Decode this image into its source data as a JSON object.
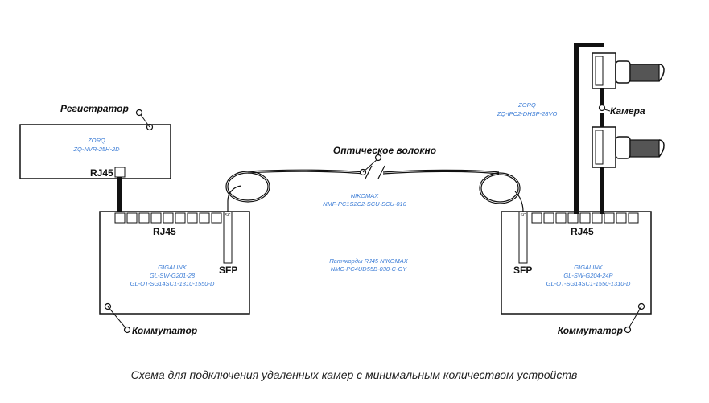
{
  "recorder": {
    "label": "Регистратор",
    "vendor": "ZORQ",
    "model": "ZQ-NVR-25H-2D",
    "port": "RJ45"
  },
  "fiber": {
    "label": "Оптическое волокно",
    "vendor": "NIKOMAX",
    "model": "NMF-PC1S2C2-SCU-SCU-010"
  },
  "patchcords": {
    "line1": "Патчкорды RJ45 NIKOMAX",
    "line2": "NMC-PC4UD55B-030-C-GY"
  },
  "camera": {
    "label": "Камера",
    "vendor": "ZORQ",
    "model": "ZQ-IPC2-DHSP-28VO"
  },
  "switch_left": {
    "label": "Коммутатор",
    "port": "RJ45",
    "sfp": "SFP",
    "sc": "SC",
    "vendor": "GIGALINK",
    "model": "GL-SW-G201-28",
    "module": "GL-OT-SG14SC1-1310-1550-D"
  },
  "switch_right": {
    "label": "Коммутатор",
    "port": "RJ45",
    "sfp": "SFP",
    "sc": "SC",
    "vendor": "GIGALINK",
    "model": "GL-SW-G204-24P",
    "module": "GL-OT-SG14SC1-1550-1310-D"
  },
  "caption": "Схема для подключения удаленных камер с минимальным количеством устройств",
  "colors": {
    "accent": "#3a7bd5",
    "line": "#111111"
  }
}
